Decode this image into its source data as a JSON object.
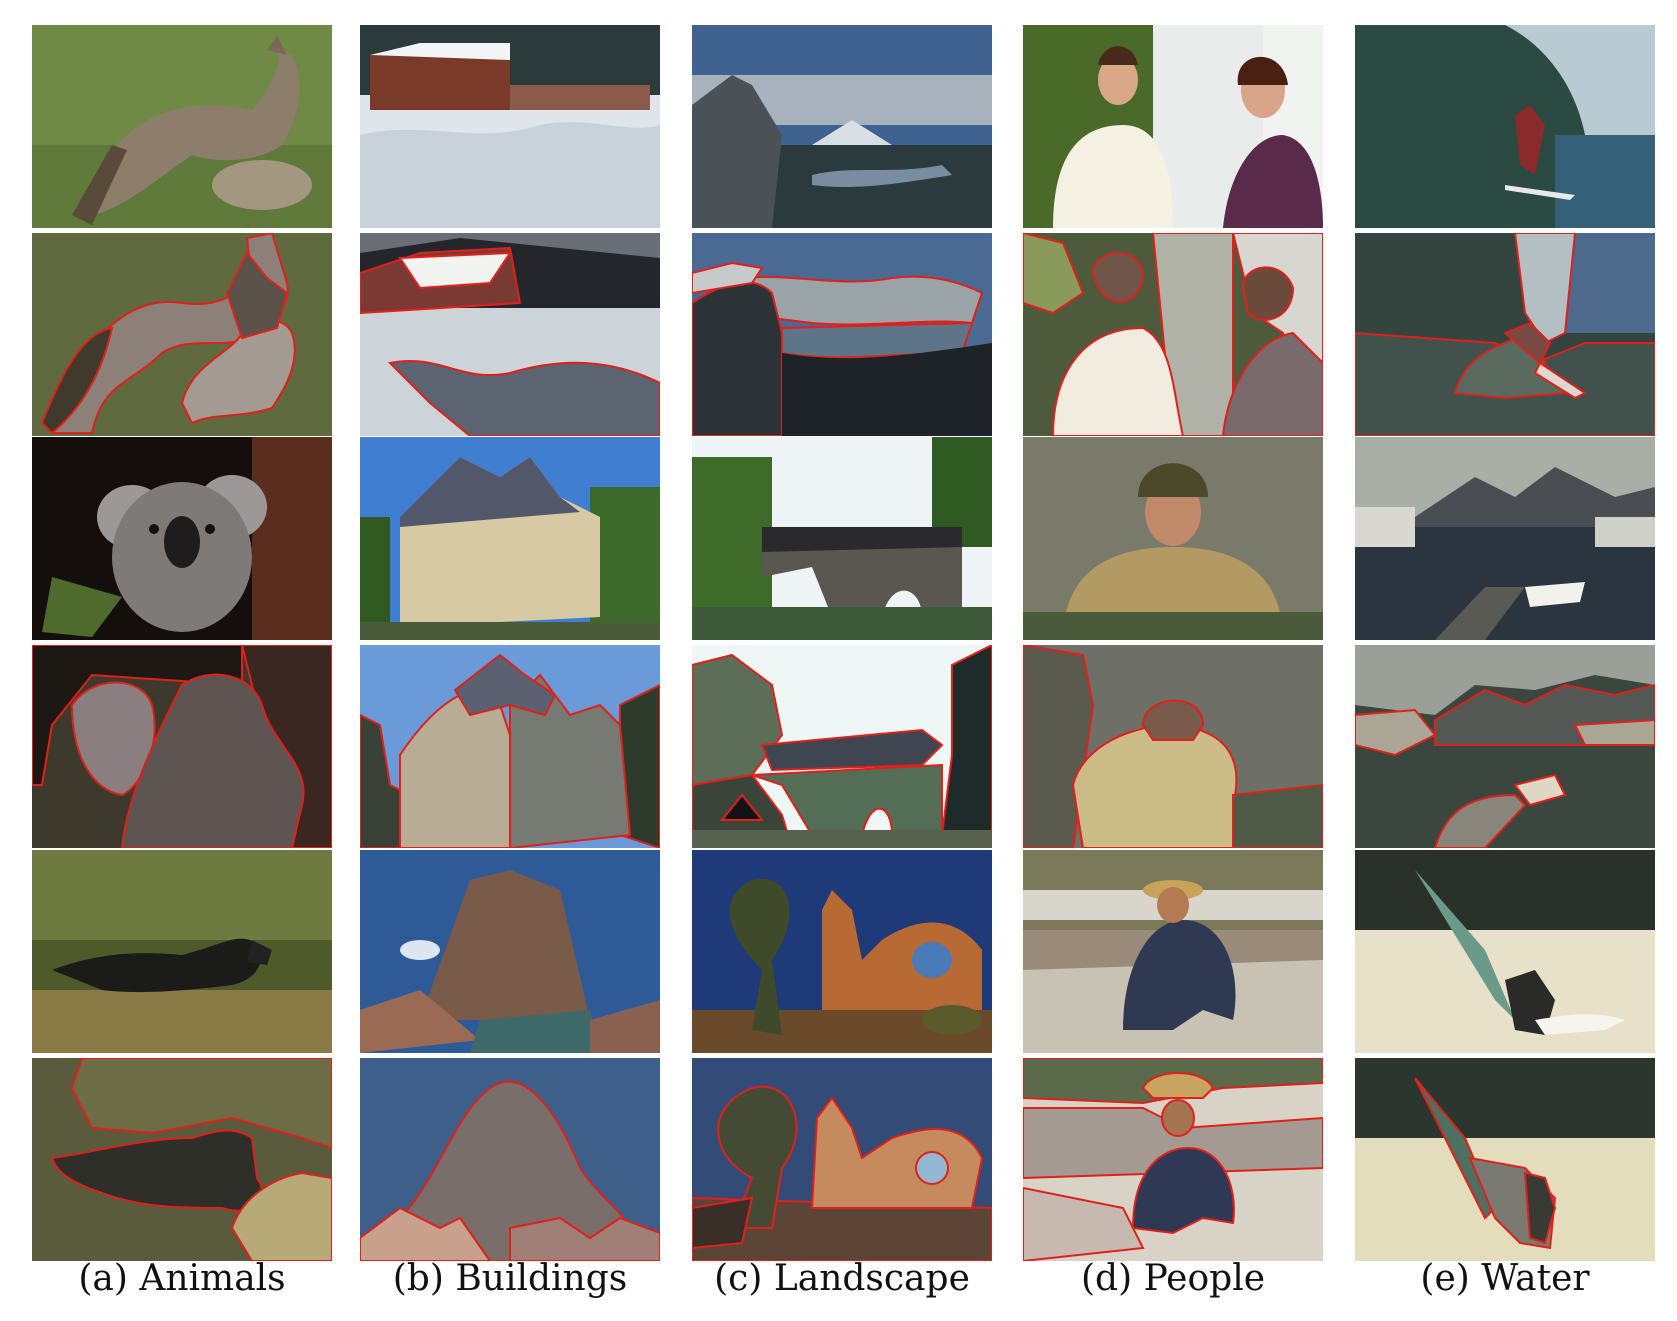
{
  "captions": {
    "animals": "(a) Animals",
    "buildings": "(b) Buildings",
    "landscape": "(c) Landscape",
    "people": "(d) People",
    "water": "(e) Water"
  },
  "colors": {
    "segment_boundary": "#e0201a",
    "background": "#ffffff"
  }
}
